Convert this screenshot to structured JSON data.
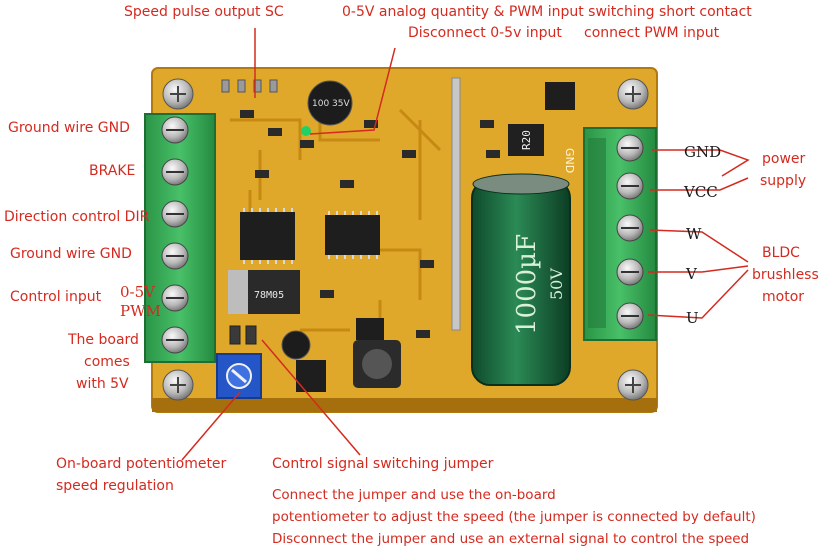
{
  "labels": {
    "speed_pulse": "Speed pulse output SC",
    "analog_pwm_line1": "0-5V analog quantity & PWM input switching short contact",
    "analog_pwm_disconnect": "Disconnect 0-5v input",
    "analog_pwm_connect": "connect PWM input",
    "ground_gnd_1": "Ground wire GND",
    "brake": "BRAKE",
    "direction": "Direction control DIR",
    "ground_gnd_2": "Ground wire GND",
    "control_input": "Control input",
    "range_0_5v": "0-5V",
    "range_pwm": "PWM",
    "board_5v_l1": "The board",
    "board_5v_l2": "comes",
    "board_5v_l3": "with 5V",
    "pin_gnd": "GND",
    "pin_vcc": "VCC",
    "pin_w": "W",
    "pin_v": "V",
    "pin_u": "U",
    "power_supply_l1": "power",
    "power_supply_l2": "supply",
    "bldc_l1": "BLDC",
    "bldc_l2": "brushless",
    "bldc_l3": "motor",
    "pot_l1": "On-board potentiometer",
    "pot_l2": "speed regulation",
    "jumper": "Control signal switching jumper",
    "jumper_note_l1": "Connect the jumper and use the on-board",
    "jumper_note_l2": "potentiometer to adjust the speed (the jumper is connected by default)",
    "jumper_note_l3": "Disconnect the jumper and use an external signal to control the speed"
  },
  "silkscreen": {
    "cap_main": "1000µF",
    "cap_voltage": "50V",
    "cap_small": "100 35V",
    "resistor": "R20",
    "reg": "78M05",
    "pcb_gnd": "GND"
  },
  "colors": {
    "annotation": "#d42a1f",
    "pcb": "#e0a82a",
    "terminal": "#2fa84f",
    "capacitor": "#1f6b43",
    "potentiometer": "#2456c8"
  }
}
